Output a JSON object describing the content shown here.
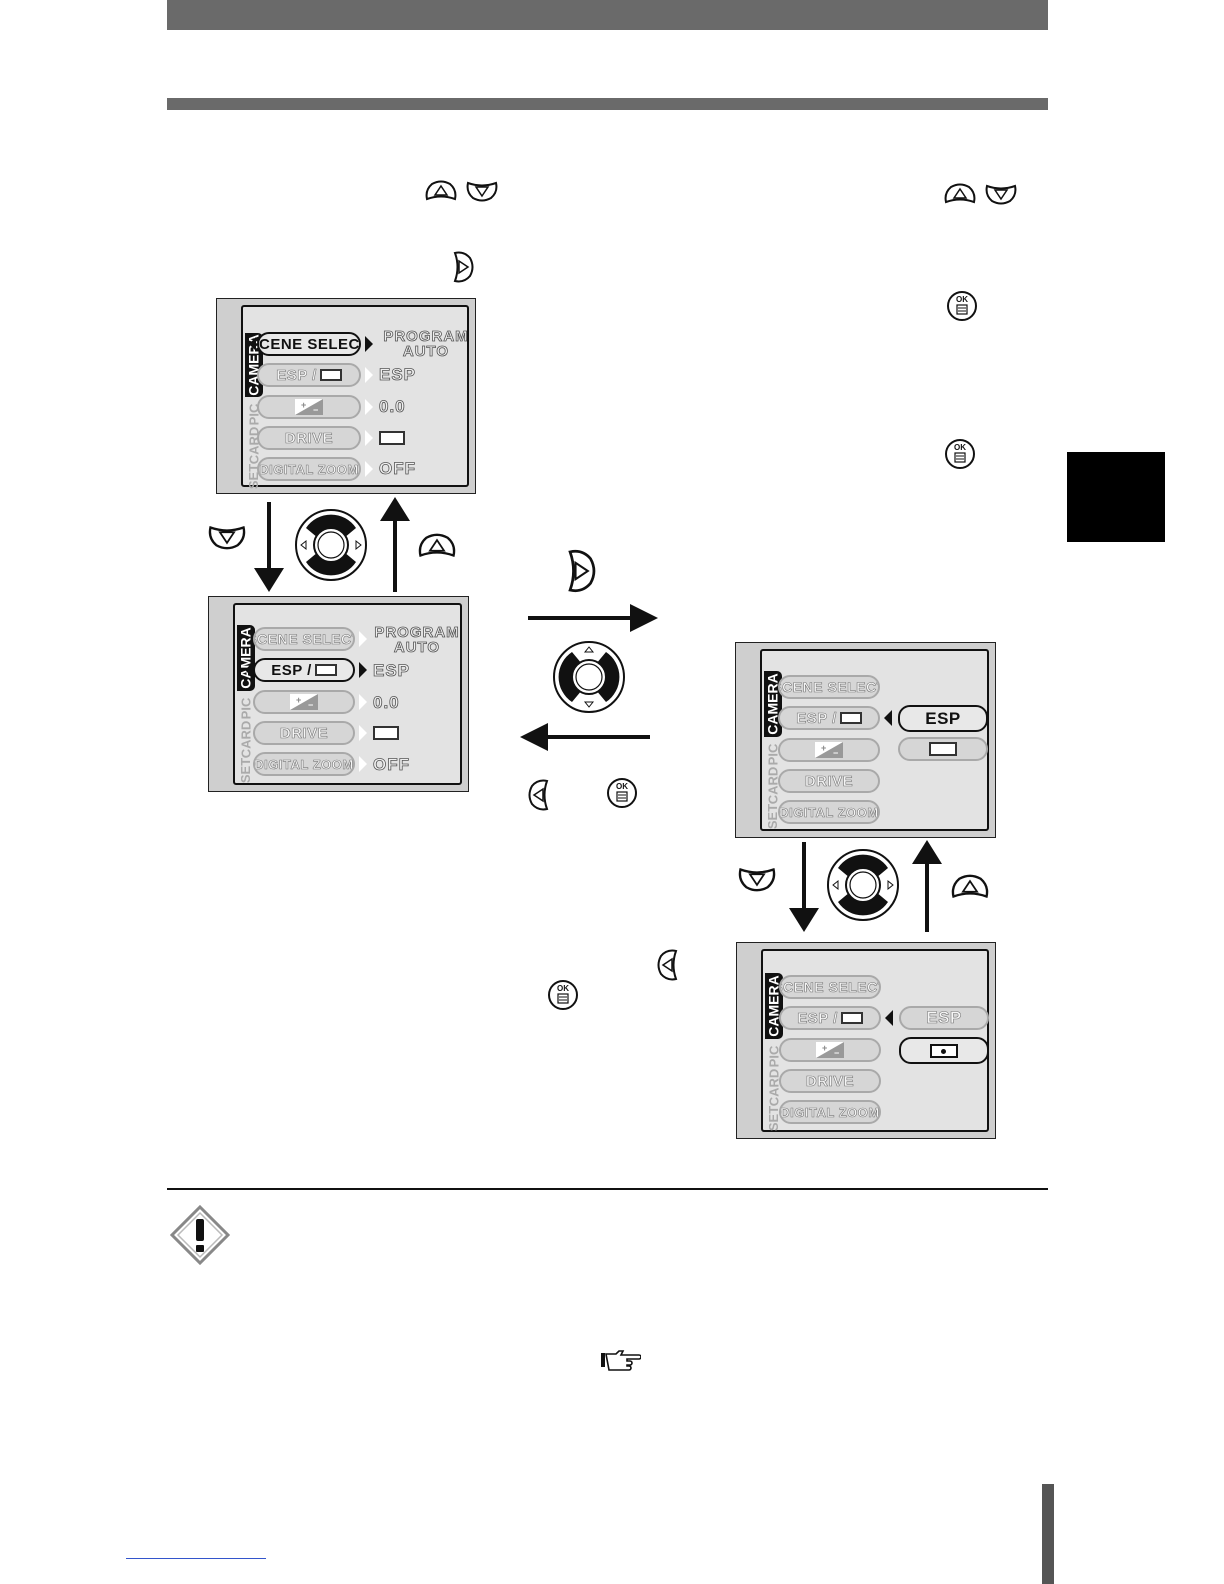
{
  "menu_items": {
    "scene_select": "SCENE SELECT",
    "esp": "ESP /",
    "drive": "DRIVE",
    "digital_zoom": "DIGITAL ZOOM"
  },
  "side_tabs": [
    "CAMERA",
    "PIC",
    "CARD",
    "SET"
  ],
  "values": {
    "program": "PROGRAM",
    "auto": "AUTO",
    "esp": "ESP",
    "exposure": "0.0",
    "zoom": "OFF"
  },
  "submenu": {
    "esp": "ESP"
  },
  "colors": {
    "bar": "#6a6a6a",
    "tab_block": "#000000",
    "screen_bg": "#cfcfcf"
  },
  "icons": [
    "up-button-icon",
    "down-button-icon",
    "right-button-icon",
    "left-button-icon",
    "ok-button-icon",
    "arrow-pad-icon",
    "caution-icon",
    "pointing-hand-icon"
  ]
}
